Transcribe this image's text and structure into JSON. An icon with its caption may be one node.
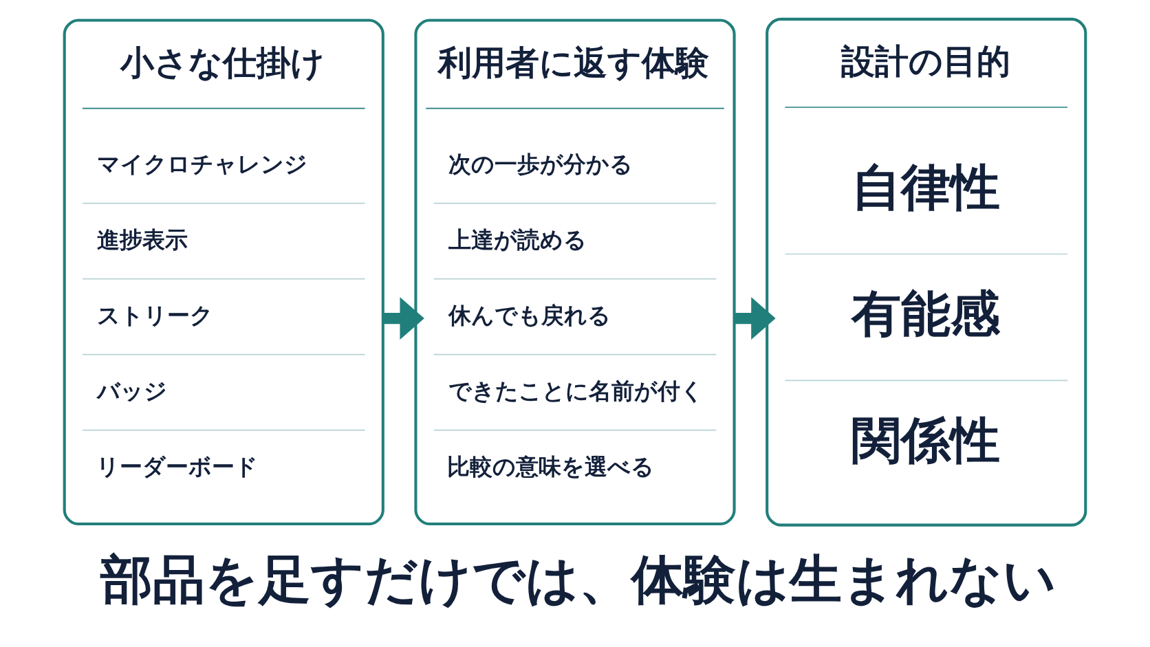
{
  "diagram": {
    "caption": "部品を足すだけでは、体験は生まれない",
    "nodes": [
      {
        "text": [
          "小さな仕掛け"
        ]
      },
      {
        "text": [
          "マイクロチャレンジ"
        ],
        "in": 0
      },
      {
        "text": [
          "進捗表示"
        ],
        "in": 0
      },
      {
        "text": [
          "ストリーク"
        ],
        "in": 0
      },
      {
        "text": [
          "バッジ"
        ],
        "in": 0
      },
      {
        "text": [
          "リーダーボード"
        ],
        "in": 0
      },
      {
        "text": [
          "利用者に返す体験"
        ]
      },
      {
        "text": [
          "次の一歩が分かる"
        ],
        "in": 6
      },
      {
        "text": [
          "上達が読める"
        ],
        "in": 6
      },
      {
        "text": [
          "休んでも戻れる"
        ],
        "in": 6
      },
      {
        "text": [
          "できたことに名前が付く"
        ],
        "in": 6
      },
      {
        "text": [
          "比較の意味を選べる"
        ],
        "in": 6
      },
      {
        "text": [
          "設計の目的"
        ]
      },
      {
        "text": [
          "自律性"
        ],
        "in": 12
      },
      {
        "text": [
          "有能感"
        ],
        "in": 12
      },
      {
        "text": [
          "関係性"
        ],
        "in": 12
      }
    ],
    "edges": [
      {
        "from": 0,
        "to": 6,
        "arrow": "to"
      },
      {
        "from": 6,
        "to": 12,
        "arrow": "to"
      }
    ]
  }
}
